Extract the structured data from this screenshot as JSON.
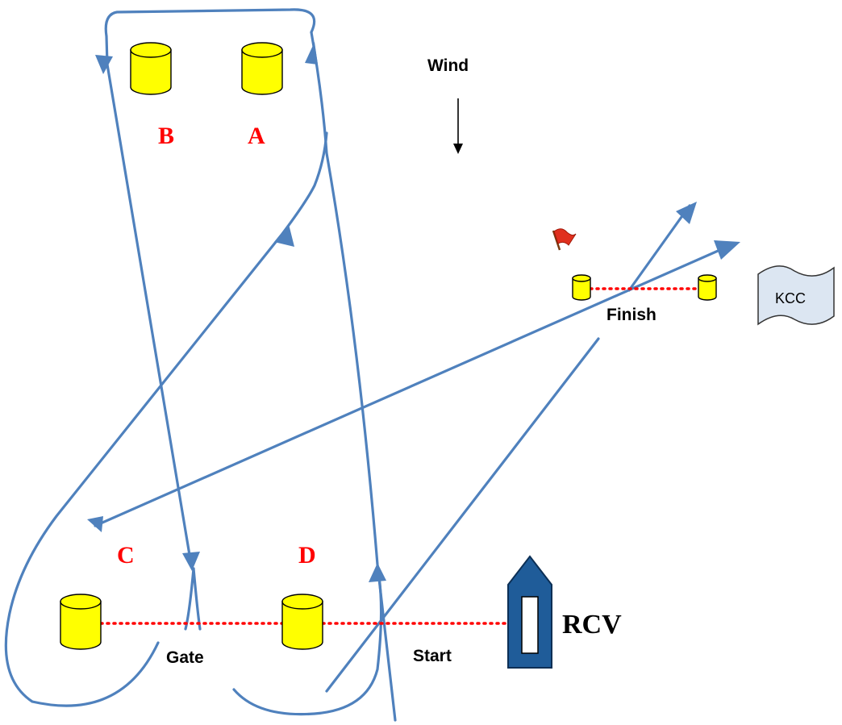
{
  "wind": {
    "label": "Wind"
  },
  "marks": {
    "a": "A",
    "b": "B",
    "c": "C",
    "d": "D"
  },
  "lines": {
    "gate": "Gate",
    "start": "Start",
    "finish": "Finish"
  },
  "committee_vessel": {
    "label": "RCV"
  },
  "club": {
    "label": "KCC"
  },
  "colors": {
    "course_line": "#4f81bd",
    "mark_letters": "#ff0000",
    "buoys": "#ffff00",
    "vessel": "#1f5c99",
    "club_sign": "#dce6f2"
  }
}
